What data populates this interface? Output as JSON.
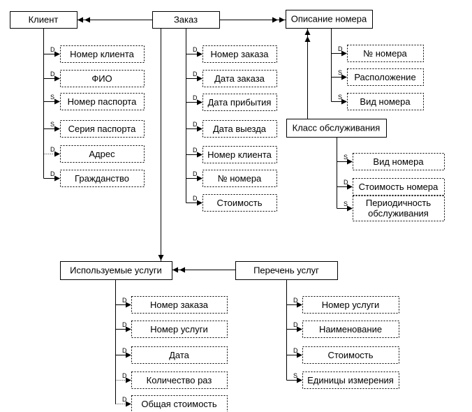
{
  "entities": [
    {
      "id": "client",
      "name": "Клиент",
      "attributes": [
        {
          "label": "Номер клиента",
          "key": "D"
        },
        {
          "label": "ФИО",
          "key": "D"
        },
        {
          "label": "Номер паспорта",
          "key": "S"
        },
        {
          "label": "Серия паспорта",
          "key": "S"
        },
        {
          "label": "Адрес",
          "key": "D"
        },
        {
          "label": "Гражданство",
          "key": "D"
        }
      ]
    },
    {
      "id": "order",
      "name": "Заказ",
      "attributes": [
        {
          "label": "Номер заказа",
          "key": "D"
        },
        {
          "label": "Дата заказа",
          "key": "D"
        },
        {
          "label": "Дата прибытия",
          "key": "D"
        },
        {
          "label": "Дата выезда",
          "key": "D"
        },
        {
          "label": "Номер клиента",
          "key": "D"
        },
        {
          "label": "№ номера",
          "key": "D"
        },
        {
          "label": "Стоимость",
          "key": "D"
        }
      ]
    },
    {
      "id": "room-desc",
      "name": "Описание номера",
      "attributes": [
        {
          "label": "№ номера",
          "key": "D"
        },
        {
          "label": "Расположение",
          "key": "S"
        },
        {
          "label": "Вид номера",
          "key": "S"
        }
      ]
    },
    {
      "id": "service-class",
      "name": "Класс обслуживания",
      "attributes": [
        {
          "label": "Вид номера",
          "key": "S"
        },
        {
          "label": "Стоимость номера",
          "key": "D"
        },
        {
          "label": "Периодичность обслуживания",
          "lines": [
            "Периодичность",
            "обслуживания"
          ],
          "key": "S"
        }
      ]
    },
    {
      "id": "used-services",
      "name": "Используемые услуги",
      "attributes": [
        {
          "label": "Номер заказа",
          "key": "D"
        },
        {
          "label": "Номер услуги",
          "key": "D"
        },
        {
          "label": "Дата",
          "key": "D"
        },
        {
          "label": "Количество раз",
          "key": "D"
        },
        {
          "label": "Общая стоимость",
          "key": "D"
        }
      ]
    },
    {
      "id": "service-list",
      "name": "Перечень услуг",
      "attributes": [
        {
          "label": "Номер услуги",
          "key": "D"
        },
        {
          "label": "Наименование",
          "key": "D"
        },
        {
          "label": "Стоимость",
          "key": "D"
        },
        {
          "label": "Единицы измерения",
          "key": "S"
        }
      ]
    }
  ],
  "relationships": [
    {
      "from": "order",
      "to": "client"
    },
    {
      "from": "order",
      "to": "room-desc"
    },
    {
      "from": "service-class",
      "to": "room-desc"
    },
    {
      "from": "order",
      "to": "used-services"
    },
    {
      "from": "service-list",
      "to": "used-services"
    }
  ]
}
